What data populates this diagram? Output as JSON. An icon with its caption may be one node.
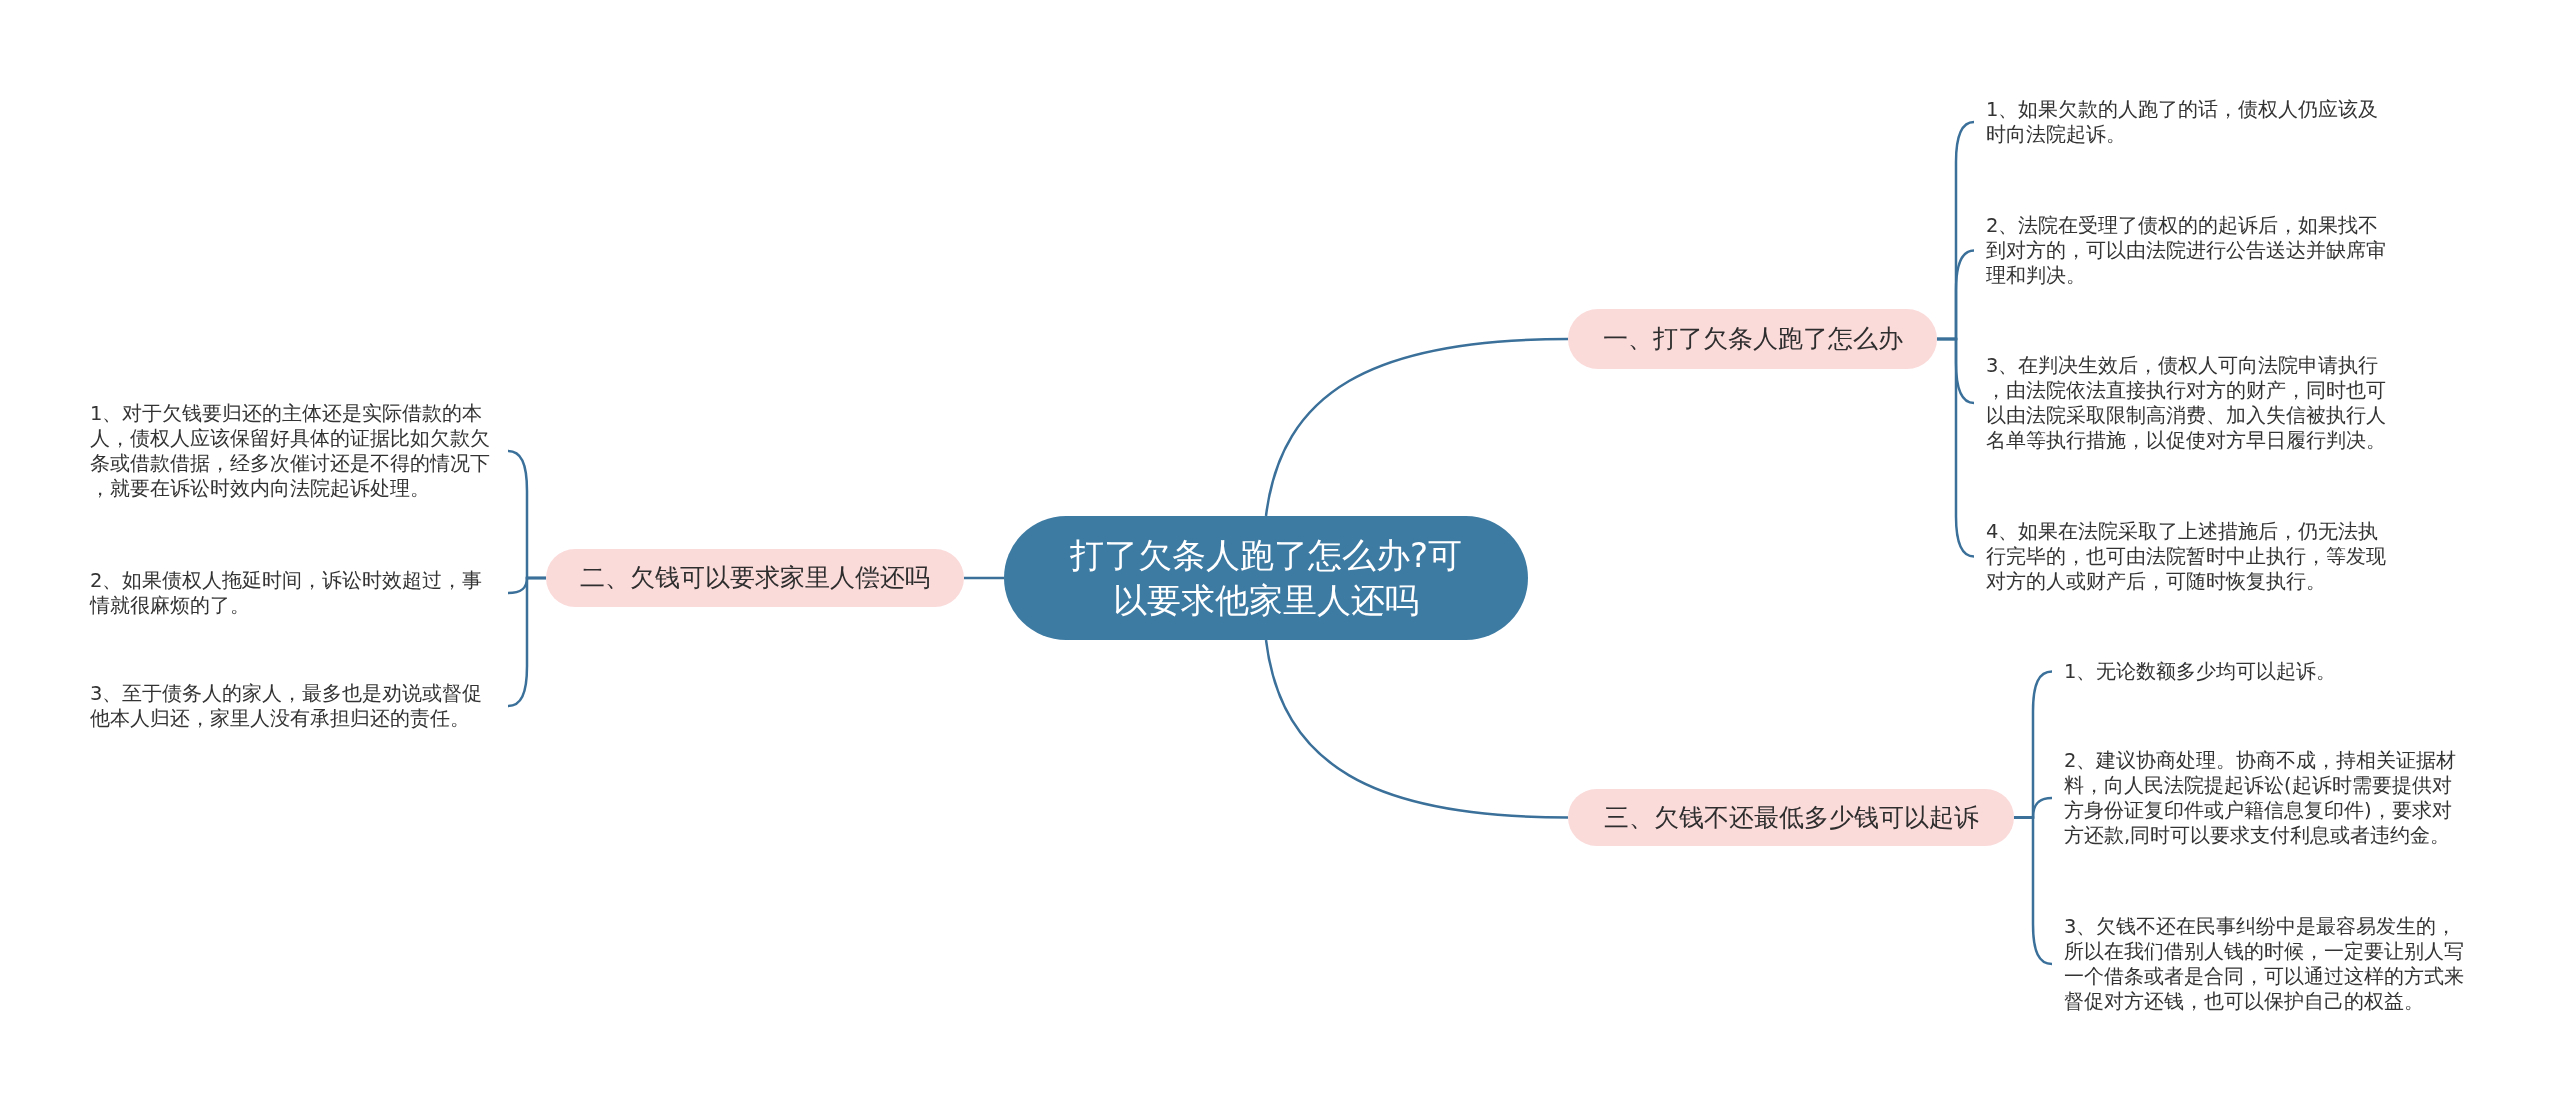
{
  "diagram": {
    "nodes": [
      {
        "text": [
          "打了欠条人跑了怎么办?可以要求他家里人还吗"
        ]
      },
      {
        "text": [
          "一、打了欠条人跑了怎么办"
        ]
      },
      {
        "text": [
          "1、如果欠款的人跑了的话，债权人仍应该及时向法院起诉。"
        ]
      },
      {
        "text": [
          "2、法院在受理了债权的的起诉后，如果找不到对方的，可以由法院进行公告送达并缺席审理和判决。"
        ]
      },
      {
        "text": [
          "3、在判决生效后，债权人可向法院申请执行，由法院依法直接执行对方的财产，同时也可以由法院采取限制高消费、加入失信被执行人名单等执行措施，以促使对方早日履行判决。"
        ]
      },
      {
        "text": [
          "4、如果在法院采取了上述措施后，仍无法执行完毕的，也可由法院暂时中止执行，等发现对方的人或财产后，可随时恢复执行。"
        ]
      },
      {
        "text": [
          "二、欠钱可以要求家里人偿还吗"
        ]
      },
      {
        "text": [
          "1、对于欠钱要归还的主体还是实际借款的本人，债权人应该保留好具体的证据比如欠款欠条或借款借据，经多次催讨还是不得的情况下，就要在诉讼时效内向法院起诉处理。"
        ]
      },
      {
        "text": [
          "2、如果债权人拖延时间，诉讼时效超过，事情就很麻烦的了。"
        ]
      },
      {
        "text": [
          "3、至于债务人的家人，最多也是劝说或督促他本人归还，家里人没有承担归还的责任。"
        ]
      },
      {
        "text": [
          "三、欠钱不还最低多少钱可以起诉"
        ]
      },
      {
        "text": [
          "1、无论数额多少均可以起诉。"
        ]
      },
      {
        "text": [
          "2、建议协商处理。协商不成，持相关证据材料，向人民法院提起诉讼(起诉时需要提供对方身份证复印件或户籍信息复印件)，要求对方还款,同时可以要求支付利息或者违约金。"
        ]
      },
      {
        "text": [
          "3、欠钱不还在民事纠纷中是最容易发生的，所以在我们借别人钱的时候，一定要让别人写一个借条或者是合同，可以通过这样的方式来督促对方还钱，也可以保护自己的权益。"
        ]
      }
    ],
    "edges": [
      {
        "from": 0,
        "to": 1,
        "arrow": "none"
      },
      {
        "from": 1,
        "to": 2,
        "arrow": "none"
      },
      {
        "from": 1,
        "to": 3,
        "arrow": "none"
      },
      {
        "from": 1,
        "to": 4,
        "arrow": "none"
      },
      {
        "from": 1,
        "to": 5,
        "arrow": "none"
      },
      {
        "from": 0,
        "to": 6,
        "arrow": "none"
      },
      {
        "from": 6,
        "to": 7,
        "arrow": "none"
      },
      {
        "from": 6,
        "to": 8,
        "arrow": "none"
      },
      {
        "from": 6,
        "to": 9,
        "arrow": "none"
      },
      {
        "from": 0,
        "to": 10,
        "arrow": "none"
      },
      {
        "from": 10,
        "to": 11,
        "arrow": "none"
      },
      {
        "from": 10,
        "to": 12,
        "arrow": "none"
      },
      {
        "from": 10,
        "to": 13,
        "arrow": "none"
      }
    ]
  }
}
